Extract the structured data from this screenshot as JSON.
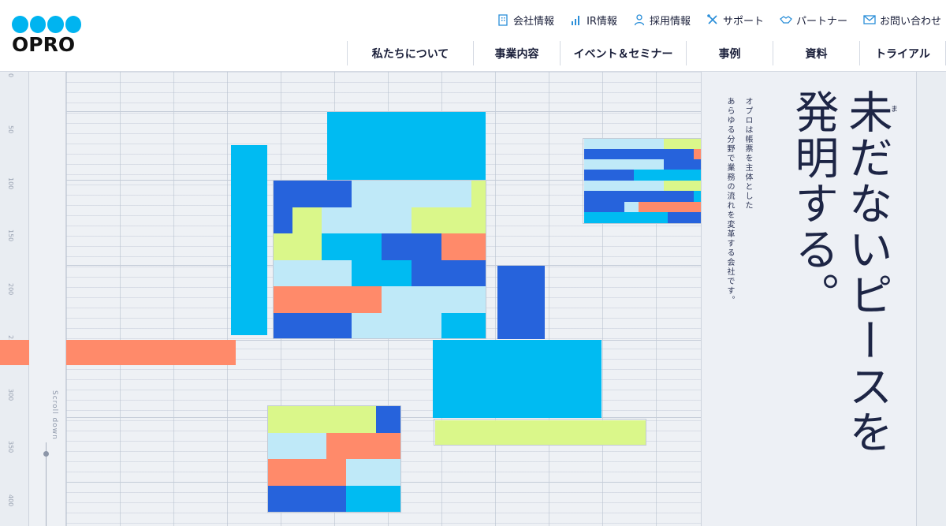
{
  "brand": {
    "name": "OPRO",
    "color_primary": "#00b4f0"
  },
  "utility_nav": [
    {
      "label": "会社情報",
      "icon": "building-icon"
    },
    {
      "label": "IR情報",
      "icon": "bar-chart-icon"
    },
    {
      "label": "採用情報",
      "icon": "person-icon"
    },
    {
      "label": "サポート",
      "icon": "tools-icon"
    },
    {
      "label": "パートナー",
      "icon": "handshake-icon"
    },
    {
      "label": "お問い合わせ",
      "icon": "mail-icon"
    }
  ],
  "main_nav": [
    {
      "label": "私たちについて"
    },
    {
      "label": "事業内容"
    },
    {
      "label": "イベント＆セミナー"
    },
    {
      "label": "事例"
    },
    {
      "label": "資料"
    },
    {
      "label": "トライアル"
    }
  ],
  "ruler_labels": [
    "0",
    "50",
    "100",
    "150",
    "200",
    "250",
    "300",
    "350",
    "400"
  ],
  "scroll_hint": "Scroll down",
  "hero": {
    "headline_line1": "未だないピースを",
    "headline_line2": "発明する。",
    "ruby": "ま",
    "sub_line1": "オプロは帳票を主体とした",
    "sub_line2": "あらゆる分野で業務の流れを変革する会社です。"
  },
  "colors": {
    "cyan": "#00bbf2",
    "blue": "#2663dc",
    "pale": "#bfe9f8",
    "lime": "#daf78a",
    "coral": "#ff8a6a"
  }
}
